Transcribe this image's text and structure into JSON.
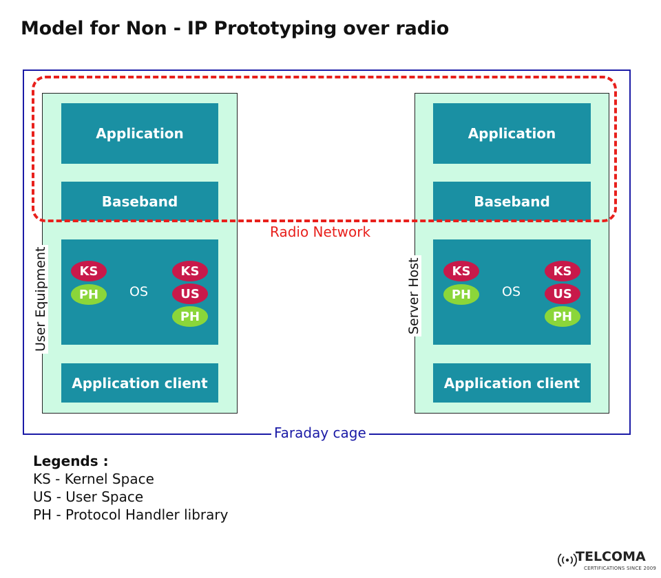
{
  "title": "Model for Non - IP Prototyping over radio",
  "faraday_label": "Faraday cage",
  "radio_network_label": "Radio Network",
  "nodes": [
    {
      "side_label": "User Equipment",
      "application": "Application",
      "baseband": "Baseband",
      "os": "OS",
      "left_pills": [
        "KS",
        "PH"
      ],
      "right_pills": [
        "KS",
        "US",
        "PH"
      ],
      "app_client": "Application client"
    },
    {
      "side_label": "Server Host",
      "application": "Application",
      "baseband": "Baseband",
      "os": "OS",
      "left_pills": [
        "KS",
        "PH"
      ],
      "right_pills": [
        "KS",
        "US",
        "PH"
      ],
      "app_client": "Application client"
    }
  ],
  "legend": {
    "title": "Legends :",
    "items": [
      "KS - Kernel Space",
      "US - User Space",
      "PH - Protocol Handler library"
    ]
  },
  "logo": {
    "name": "TELCOMA",
    "tagline": "CERTIFICATIONS SINCE 2009",
    "icon": "broadcast-icon"
  },
  "colors": {
    "block": "#1a90a3",
    "node_bg": "#cdfae3",
    "kernel_user_pill": "#c8194a",
    "protocol_pill": "#8bd63a",
    "radio_network": "#e8201c",
    "faraday_cage": "#1a1aa6"
  }
}
